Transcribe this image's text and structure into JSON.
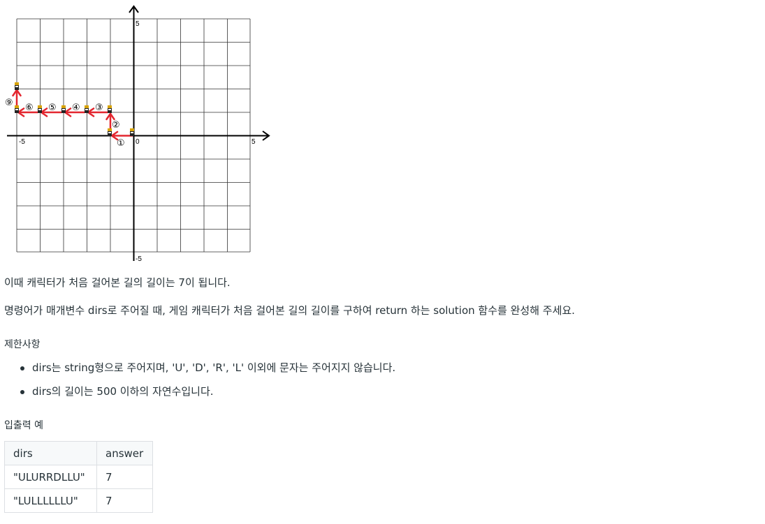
{
  "figure": {
    "axis_labels": {
      "y_top": "5",
      "x_left": "-5",
      "origin": "0",
      "x_right": "5",
      "y_bottom": "-5"
    },
    "step_labels": [
      "①",
      "②",
      "③",
      "④",
      "⑤",
      "⑥",
      "⑨"
    ]
  },
  "text": {
    "result_sentence": "이때 캐릭터가 처음 걸어본 길의 길이는 7이 됩니다.",
    "task_sentence": "명령어가 매개변수 dirs로 주어질 때, 게임 캐릭터가 처음 걸어본 길의 길이를 구하여 return 하는 solution 함수를 완성해 주세요."
  },
  "constraints": {
    "title": "제한사항",
    "items": [
      "dirs는 string형으로 주어지며, 'U', 'D', 'R', 'L' 이외에 문자는 주어지지 않습니다.",
      "dirs의 길이는 500 이하의 자연수입니다."
    ]
  },
  "examples": {
    "title": "입출력 예",
    "headers": [
      "dirs",
      "answer"
    ],
    "rows": [
      [
        "\"ULURRDLLU\"",
        "7"
      ],
      [
        "\"LULLLLLLU\"",
        "7"
      ]
    ]
  },
  "colors": {
    "path": "#e3262f",
    "grid": "#222222"
  }
}
